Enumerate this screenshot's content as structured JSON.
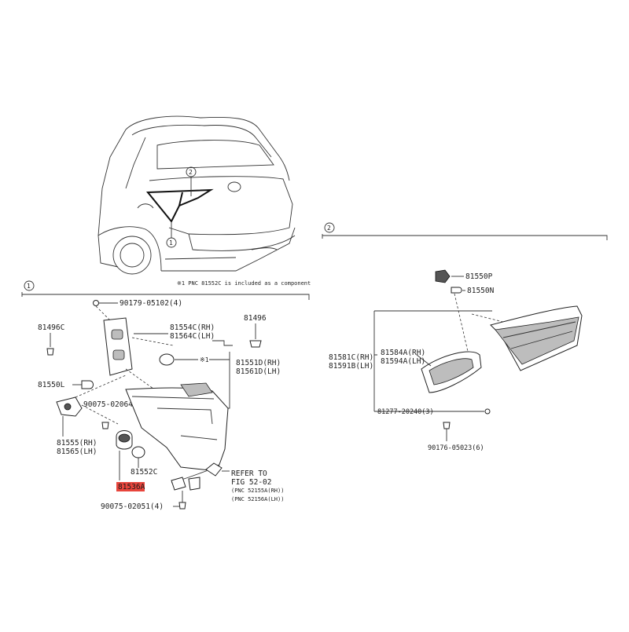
{
  "note": "※1 PNC 81552C is included as a component",
  "callouts": {
    "one": "1",
    "two": "2",
    "star1": "※1"
  },
  "highlight_color": "#e8453c",
  "labels": {
    "p90179": "90179-05102(4)",
    "p81496c": "81496C",
    "p81554c": "81554C(RH)",
    "p81564c": "81564C(LH)",
    "p81496": "81496",
    "p81551d": "81551D(RH)",
    "p81561d": "81561D(LH)",
    "p81550l": "81550L",
    "p90075a": "90075-02064",
    "p81555": "81555(RH)",
    "p81565": "81565(LH)",
    "p81552c": "81552C",
    "p81536a": "81536A",
    "p90075b": "90075-02051(4)",
    "refer1": "REFER TO",
    "refer2": "FIG 52-02",
    "refer3": "(PNC  52155A(RH))",
    "refer4": "(PNC  52156A(LH))",
    "p81550p": "81550P",
    "p81550n": "81550N",
    "p81581c": "81581C(RH)",
    "p81591b": "81591B(LH)",
    "p81584a": "81584A(RH)",
    "p81594a": "81594A(LH)",
    "p81277": "81277-20240(3)",
    "p90176": "90176-05023(6)"
  }
}
